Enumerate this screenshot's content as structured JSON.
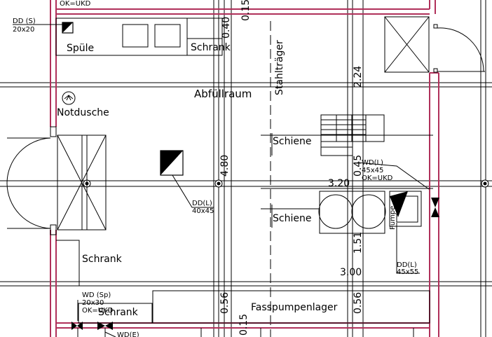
{
  "rooms": {
    "main": "Abfüllraum",
    "sink": "Spüle",
    "shower": "Notdusche",
    "cabinet_top": "Schrank",
    "cabinet_left": "Schrank",
    "cabinet_bottom": "Schrank",
    "rail_top": "Schiene",
    "rail_bottom": "Schiene",
    "pump_storage": "Fasspumpenlager",
    "steel_beam": "Stahlträger",
    "pump": "Pumpe"
  },
  "annotations": {
    "dd_s_name": "DD (S)",
    "dd_s_size": "20x20",
    "ok_ukd_top": "OK=UKD",
    "dd_l_name": "DD(L)",
    "dd_l_size": "40x45",
    "wd_l_name": "WD(L)",
    "wd_l_size": "45x45",
    "wd_l_ok": "OK=UKD",
    "dd_l2_name": "DD(L)",
    "dd_l2_size": "45x55",
    "wd_sp_name": "WD (Sp)",
    "wd_sp_size": "20x30",
    "wd_sp_ok": "OK=UKD",
    "wd_e_name": "WD(E)"
  },
  "dimensions": {
    "d_040": "0.40",
    "d_015_top": "0.15",
    "d_224": "2.24",
    "d_480": "4.80",
    "d_045": "0.45",
    "d_320": "3.20",
    "d_151": "1.51",
    "d_300": "3.00",
    "d_056_left": "0.56",
    "d_015_bottom": "0.15",
    "d_056_right": "0.56"
  },
  "colors": {
    "wall": "#b0305a",
    "line": "#000000",
    "background": "#ffffff"
  }
}
